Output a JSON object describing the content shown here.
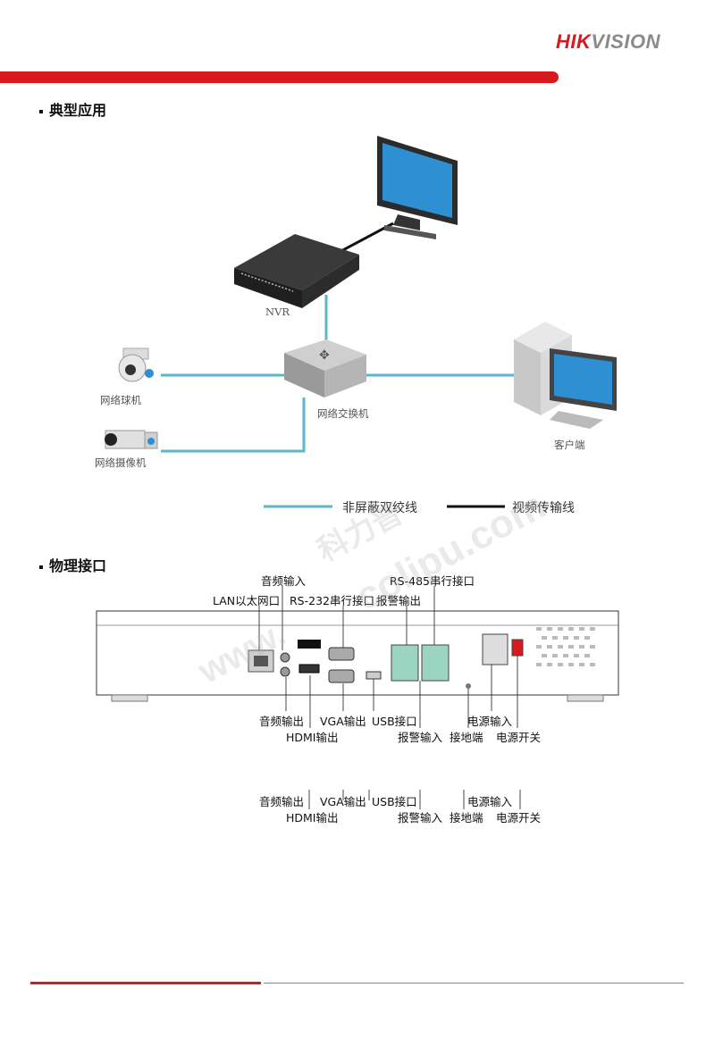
{
  "header": {
    "logo_hik": "HIK",
    "logo_vision": "VISION",
    "brand_color": "#d71920"
  },
  "section1": {
    "title": "典型应用"
  },
  "diagram": {
    "nvr_label": "NVR",
    "switch_label": "网络交换机",
    "dome_camera_label": "网络球机",
    "box_camera_label": "网络摄像机",
    "client_label": "客户端",
    "legend_utp": "非屏蔽双绞线",
    "legend_video": "视频传输线",
    "utp_color": "#5bb7c9",
    "video_color": "#111111"
  },
  "section2": {
    "title": "物理接口"
  },
  "ports": {
    "audio_in": "音频输入",
    "rs485": "RS-485串行接口",
    "lan": "LAN以太网口",
    "rs232": "RS-232串行接口",
    "alarm_out": "报警输出",
    "audio_out": "音频输出",
    "vga_out": "VGA输出",
    "usb": "USB接口",
    "power_in": "电源输入",
    "hdmi_out": "HDMI输出",
    "alarm_in": "报警输入",
    "ground": "接地端",
    "power_switch": "电源开关"
  },
  "ports_repeat": {
    "audio_out": "音频输出",
    "vga_out": "VGA输出",
    "usb": "USB接口",
    "power_in": "电源输入",
    "hdmi_out": "HDMI输出",
    "alarm_in": "报警输入",
    "ground": "接地端",
    "power_switch": "电源开关"
  },
  "watermark": {
    "cn": "科力普",
    "en": "colipu.com",
    "www": "www."
  }
}
